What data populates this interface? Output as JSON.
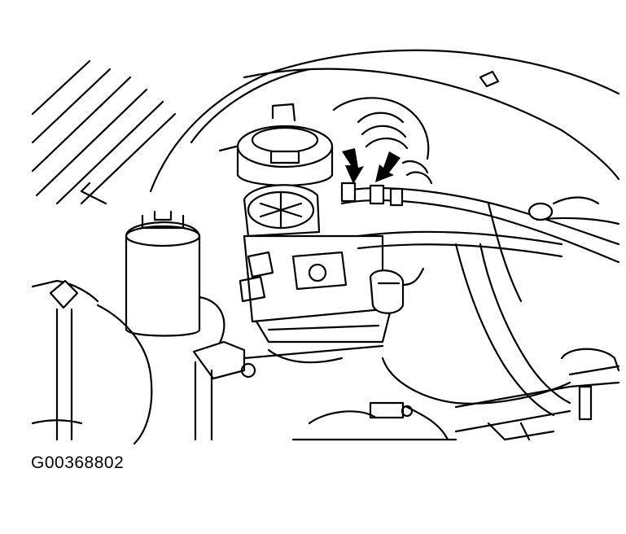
{
  "figure": {
    "code": "G00368802",
    "kind": "line-art engine compartment illustration",
    "arrows": [
      {
        "label": "",
        "points_to": "fuel-line-fitting-left"
      },
      {
        "label": "",
        "points_to": "fuel-line-fitting-right"
      }
    ]
  },
  "colors": {
    "ink": "#000000",
    "paper": "#ffffff"
  }
}
